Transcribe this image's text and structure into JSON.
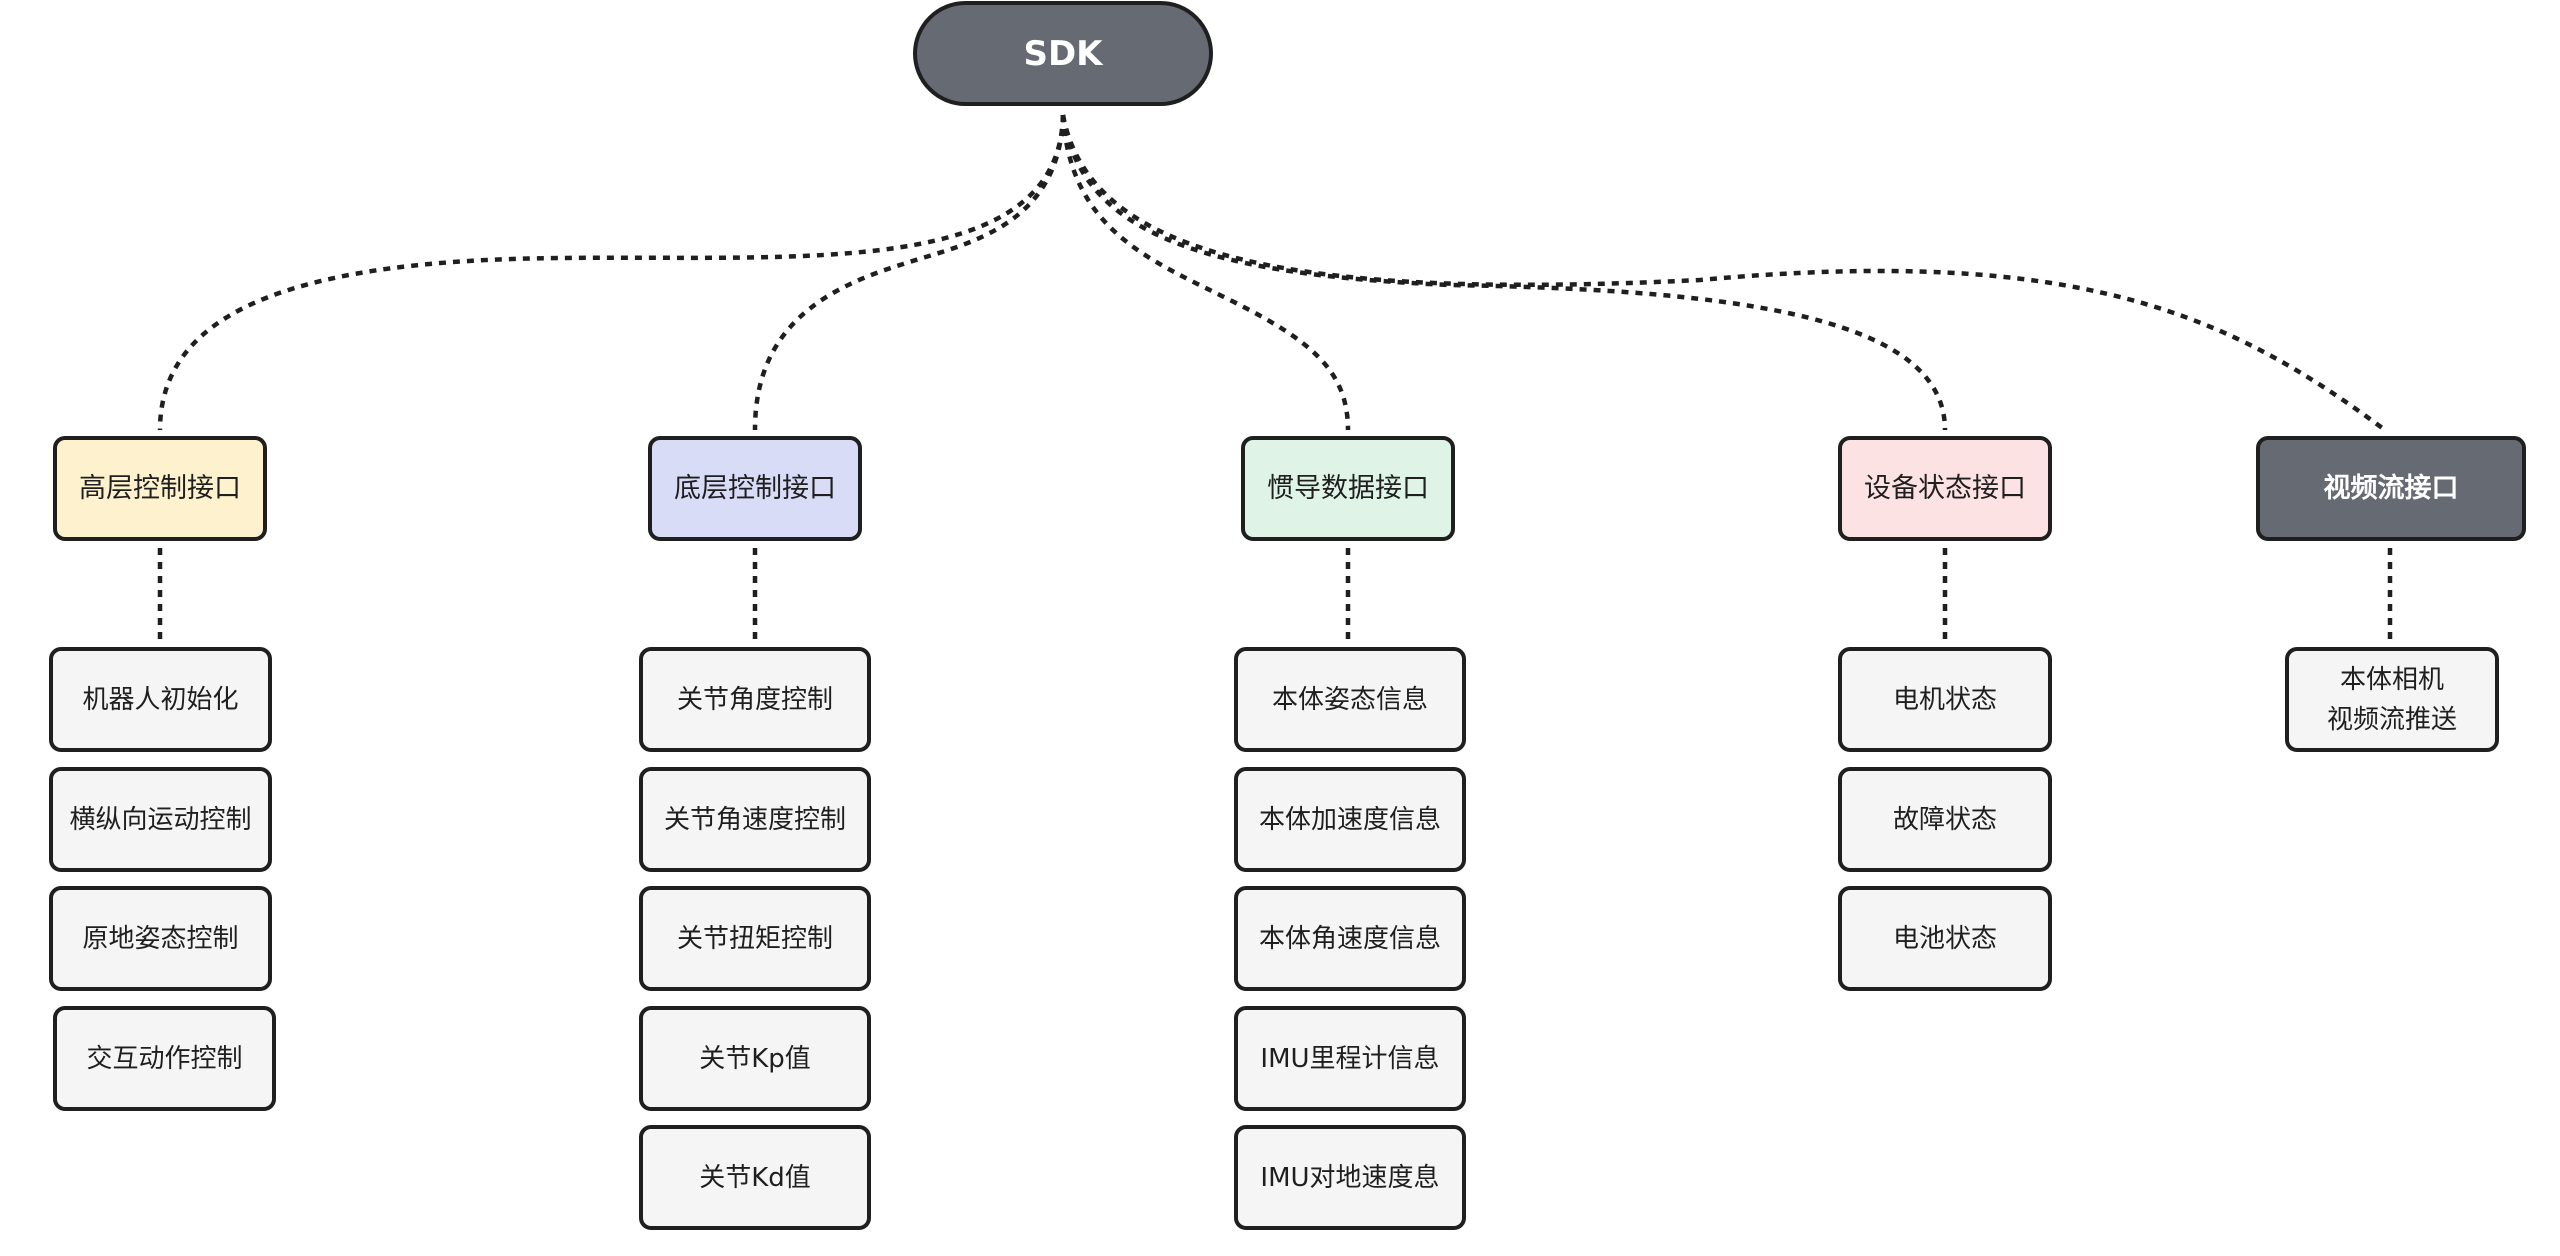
{
  "root": {
    "label": "SDK"
  },
  "categories": [
    {
      "label": "高层控制接口",
      "color": "#fdf2cd",
      "items": [
        "机器人初始化",
        "横纵向运动控制",
        "原地姿态控制",
        "交互动作控制"
      ]
    },
    {
      "label": "底层控制接口",
      "color": "#d8dcf6",
      "items": [
        "关节角度控制",
        "关节角速度控制",
        "关节扭矩控制",
        "关节Kp值",
        "关节Kd值"
      ]
    },
    {
      "label": "惯导数据接口",
      "color": "#dff4e7",
      "items": [
        "本体姿态信息",
        "本体加速度信息",
        "本体角速度信息",
        "IMU里程计信息",
        "IMU对地速度息"
      ]
    },
    {
      "label": "设备状态接口",
      "color": "#fde2e3",
      "items": [
        "电机状态",
        "故障状态",
        "电池状态"
      ]
    },
    {
      "label": "视频流接口",
      "color": "#656a73",
      "items": [
        "本体相机\n视频流推送"
      ]
    }
  ],
  "colors": {
    "root_fill": "#656a73",
    "leaf_fill": "#f5f5f5",
    "border": "#1f1f1f",
    "connector": "#1f1f1f"
  }
}
